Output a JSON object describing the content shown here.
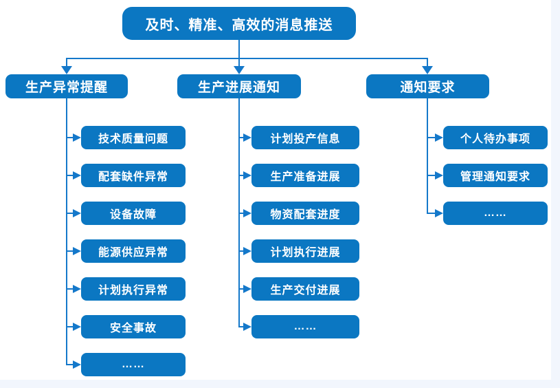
{
  "colors": {
    "background": "#ffffff",
    "node_fill": "#0b77c2",
    "connector": "#1478ca",
    "text_color": "#ffffff",
    "page_edge": "#f2f6fd"
  },
  "root": {
    "label": "及时、精准、高效的消息推送"
  },
  "branches": [
    {
      "label": "生产异常提醒",
      "items": [
        "技术质量问题",
        "配套缺件异常",
        "设备故障",
        "能源供应异常",
        "计划执行异常",
        "安全事故",
        "……"
      ]
    },
    {
      "label": "生产进展通知",
      "items": [
        "计划投产信息",
        "生产准备进展",
        "物资配套进度",
        "计划执行进展",
        "生产交付进展",
        "……"
      ]
    },
    {
      "label": "通知要求",
      "items": [
        "个人待办事项",
        "管理通知要求",
        "……"
      ]
    }
  ]
}
